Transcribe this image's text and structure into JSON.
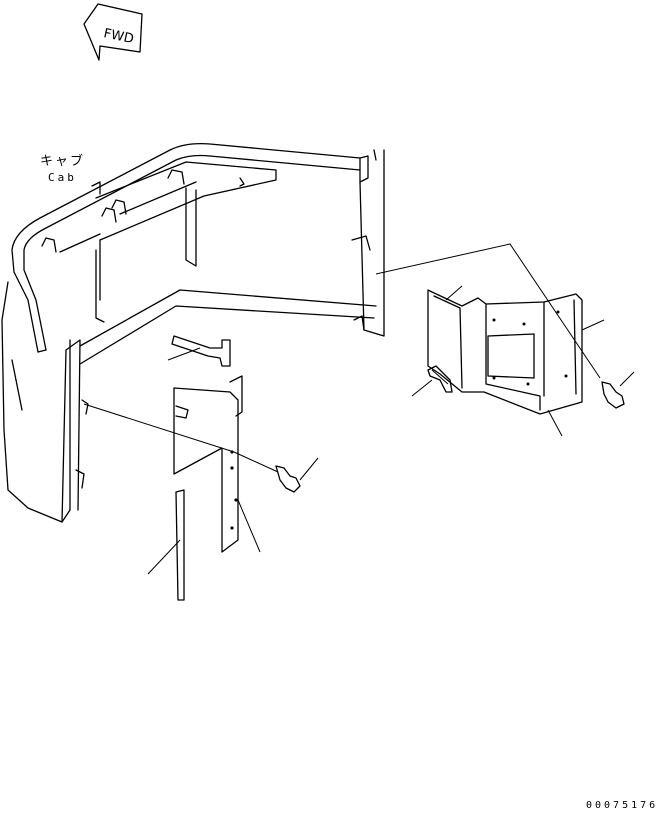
{
  "direction_marker": {
    "text": "FWD"
  },
  "labels": {
    "cab_japanese": "キャブ",
    "cab_english": "Cab"
  },
  "document_number": "00075176",
  "colors": {
    "line": "#000000",
    "background": "#ffffff"
  }
}
